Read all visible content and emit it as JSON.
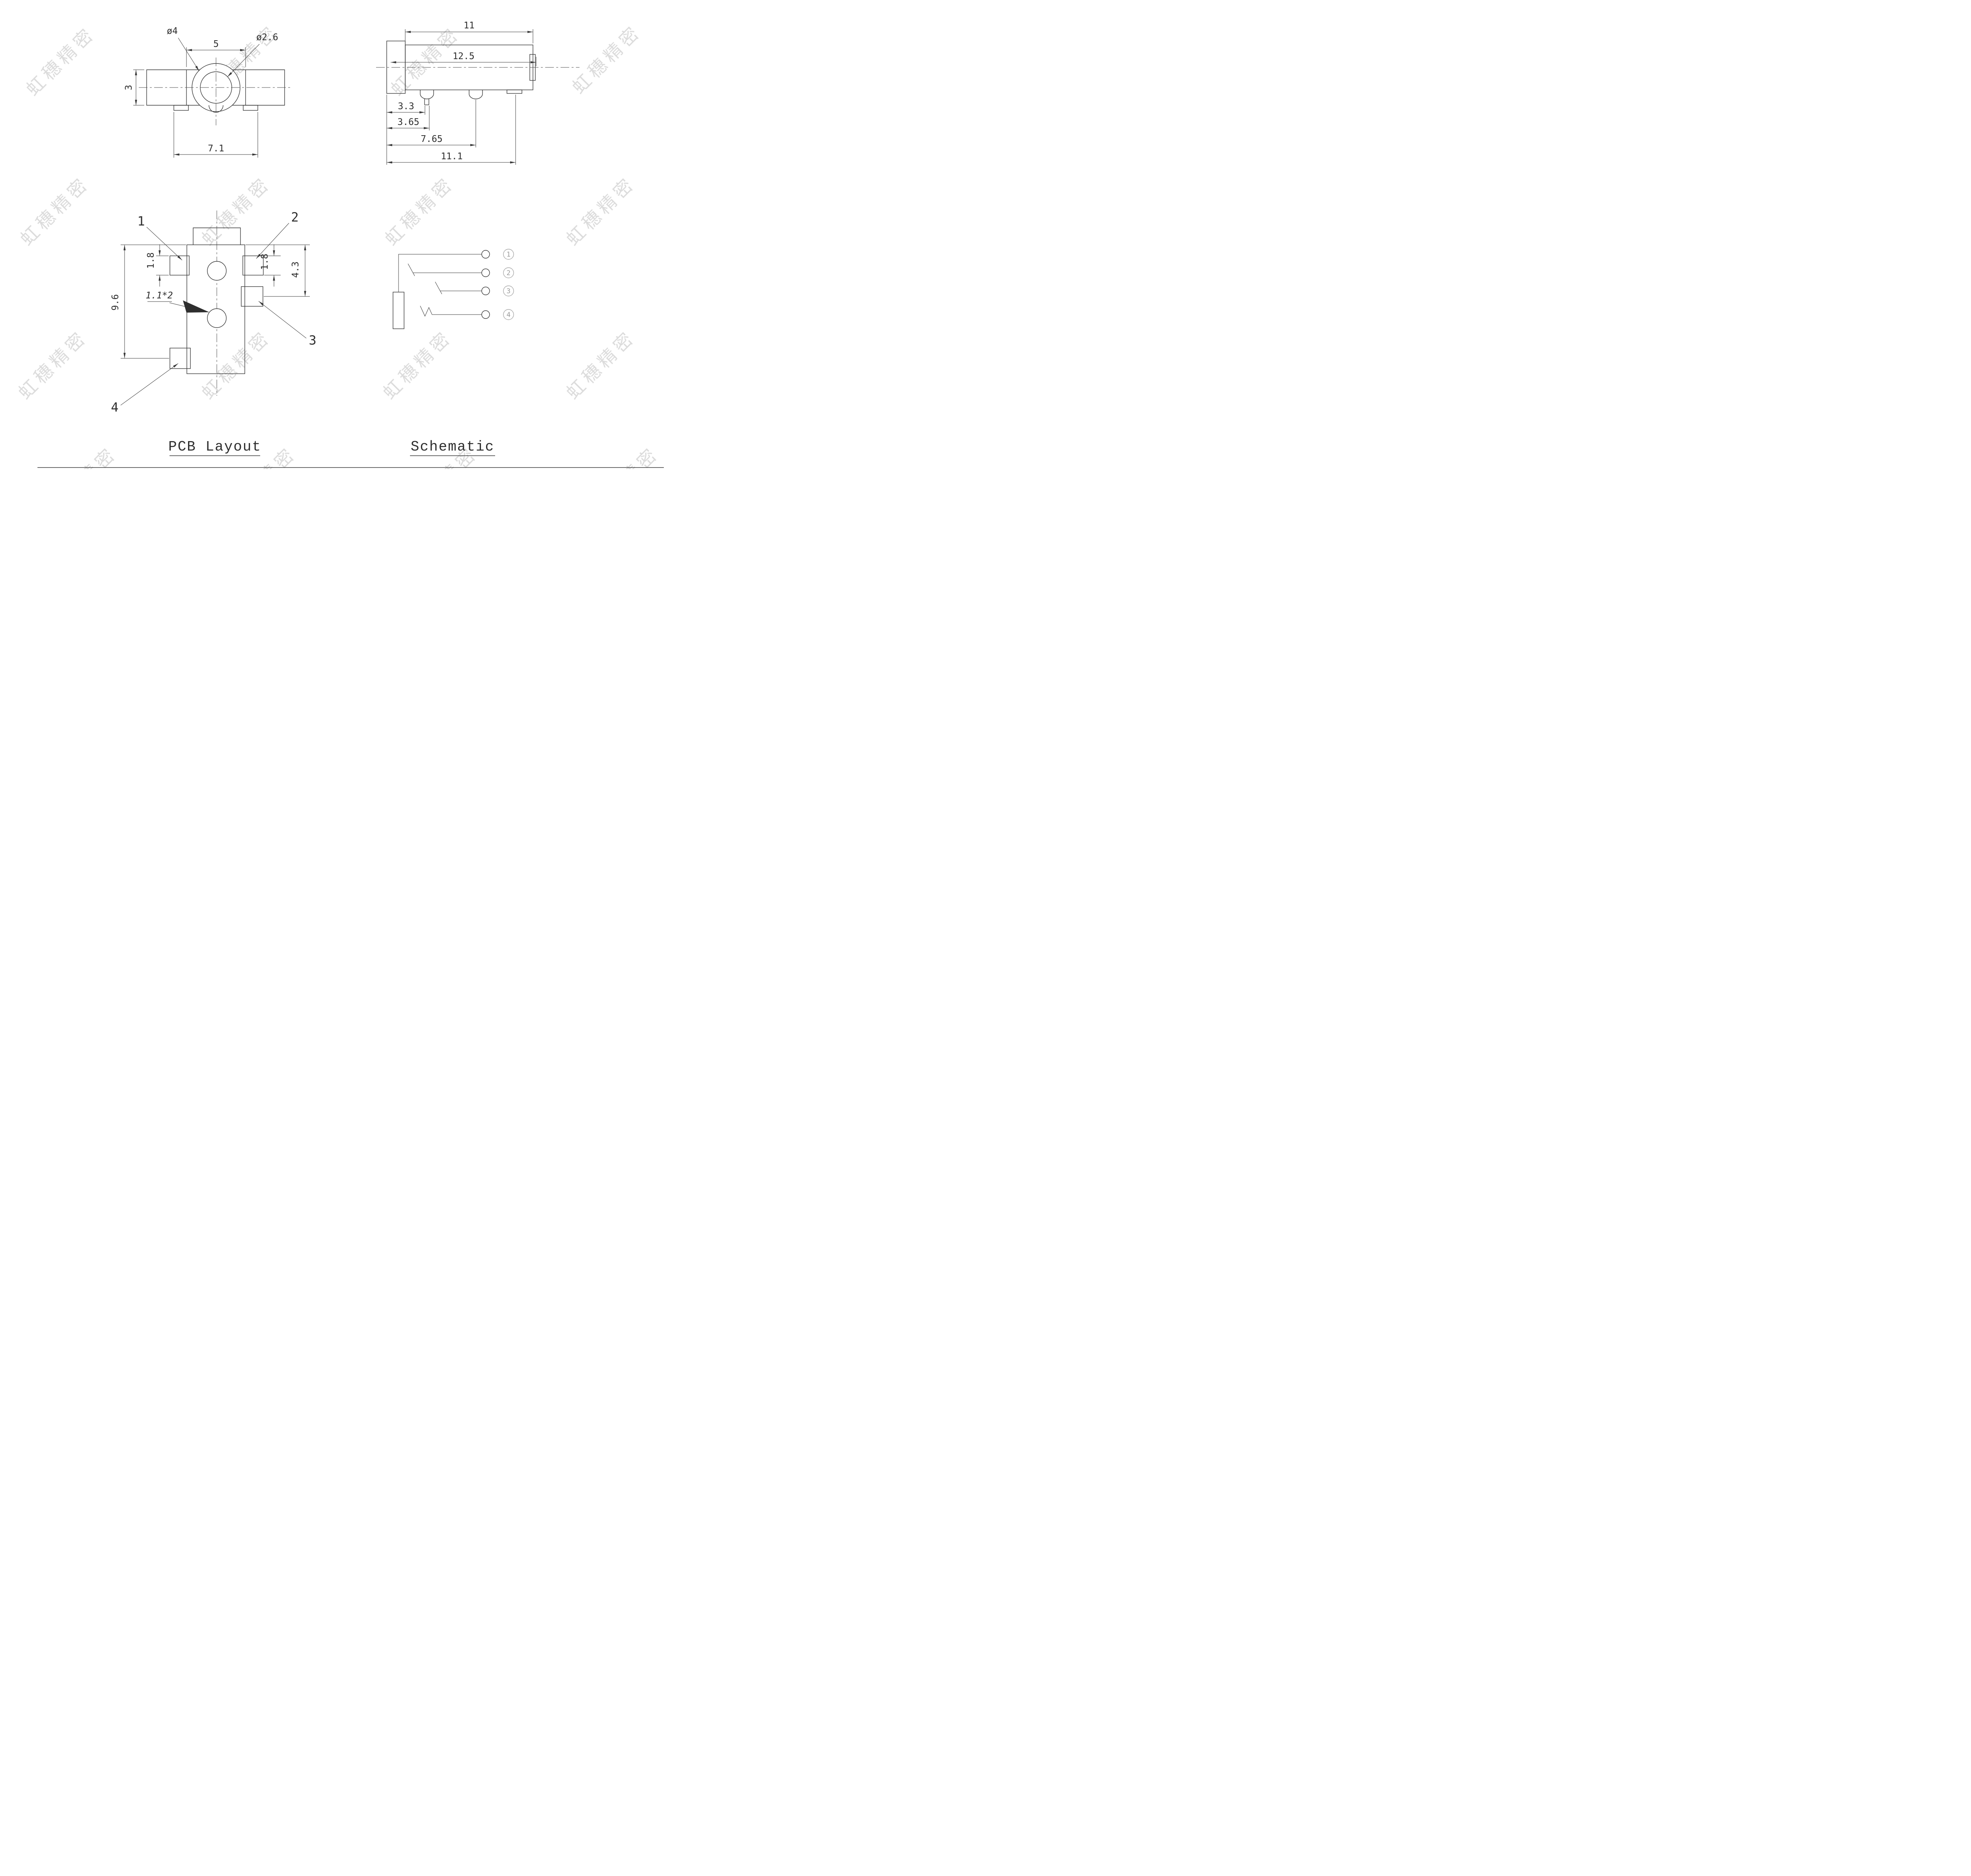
{
  "watermark": {
    "text": "虹穗精密"
  },
  "front_view": {
    "dim_outer_diameter": "ø4",
    "dim_boss_width": "5",
    "dim_inner_diameter": "ø2.6",
    "dim_body_height": "3",
    "dim_base_width": "7.1"
  },
  "side_view": {
    "dim_body_length": "11",
    "dim_overall_length": "12.5",
    "dim_pin1_offset": "3.3",
    "dim_pin1_lead": "3.65",
    "dim_pin2_center": "7.65",
    "dim_total_length": "11.1"
  },
  "pcb_layout": {
    "title": "PCB Layout",
    "pad_labels": [
      "1",
      "2",
      "3",
      "4"
    ],
    "dim_pad_left": "1.8",
    "dim_pad_right": "1.8",
    "dim_right_span": "4.3",
    "dim_left_span": "9.6",
    "dim_hole": "1.1*2"
  },
  "schematic": {
    "title": "Schematic",
    "pin_numbers": [
      "1",
      "2",
      "3",
      "4"
    ]
  }
}
